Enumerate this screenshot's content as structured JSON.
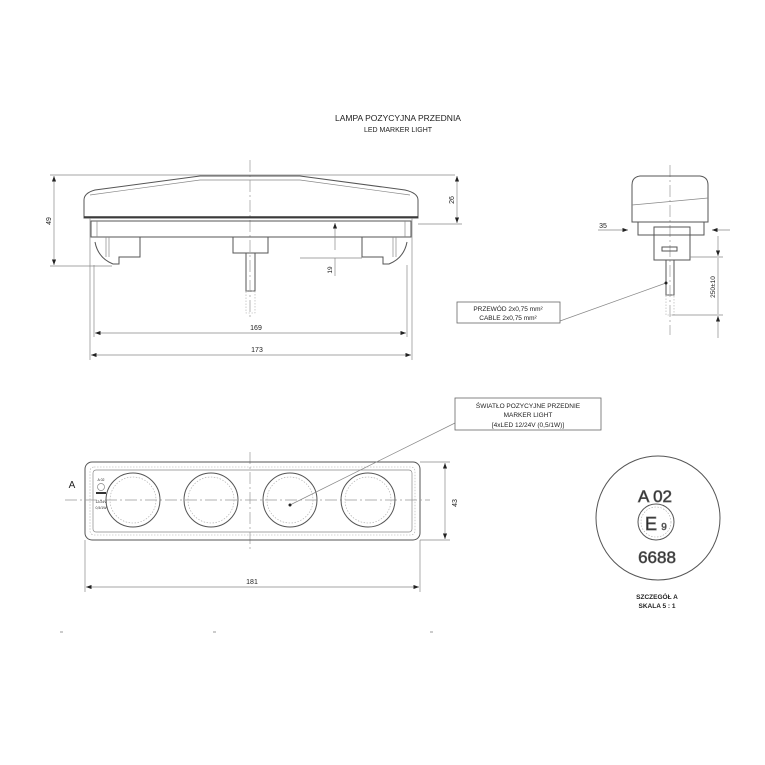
{
  "title": {
    "main": "LAMPA POZYCYJNA PRZEDNIA",
    "sub": "LED MARKER LIGHT"
  },
  "front_view": {
    "dims": {
      "height_total": "49",
      "lens_height": "26",
      "clip_height": "19",
      "inner_width": "169",
      "outer_width": "173"
    }
  },
  "side_view": {
    "dims": {
      "depth": "35",
      "cable_length": "250±10"
    }
  },
  "cable_callout": {
    "line1": "PRZEWÓD 2x0,75 mm²",
    "line2": "CABLE 2x0,75 mm²"
  },
  "light_callout": {
    "line1": "ŚWIATŁO POZYCYJNE PRZEDNIE",
    "line2": "MARKER LIGHT",
    "line3": "[4xLED 12/24V (0,5/1W)]"
  },
  "top_view": {
    "detail_marker": "A",
    "dims": {
      "height": "43",
      "width": "181"
    },
    "led_count": 4,
    "marking_small": [
      "A 02",
      "12/24V",
      "0,5/1W"
    ]
  },
  "detail": {
    "code": "A 02",
    "approval": "E",
    "approval_country": "9",
    "number": "6688",
    "caption": "SZCZEGÓŁ A",
    "scale": "SKALA 5 : 1"
  }
}
